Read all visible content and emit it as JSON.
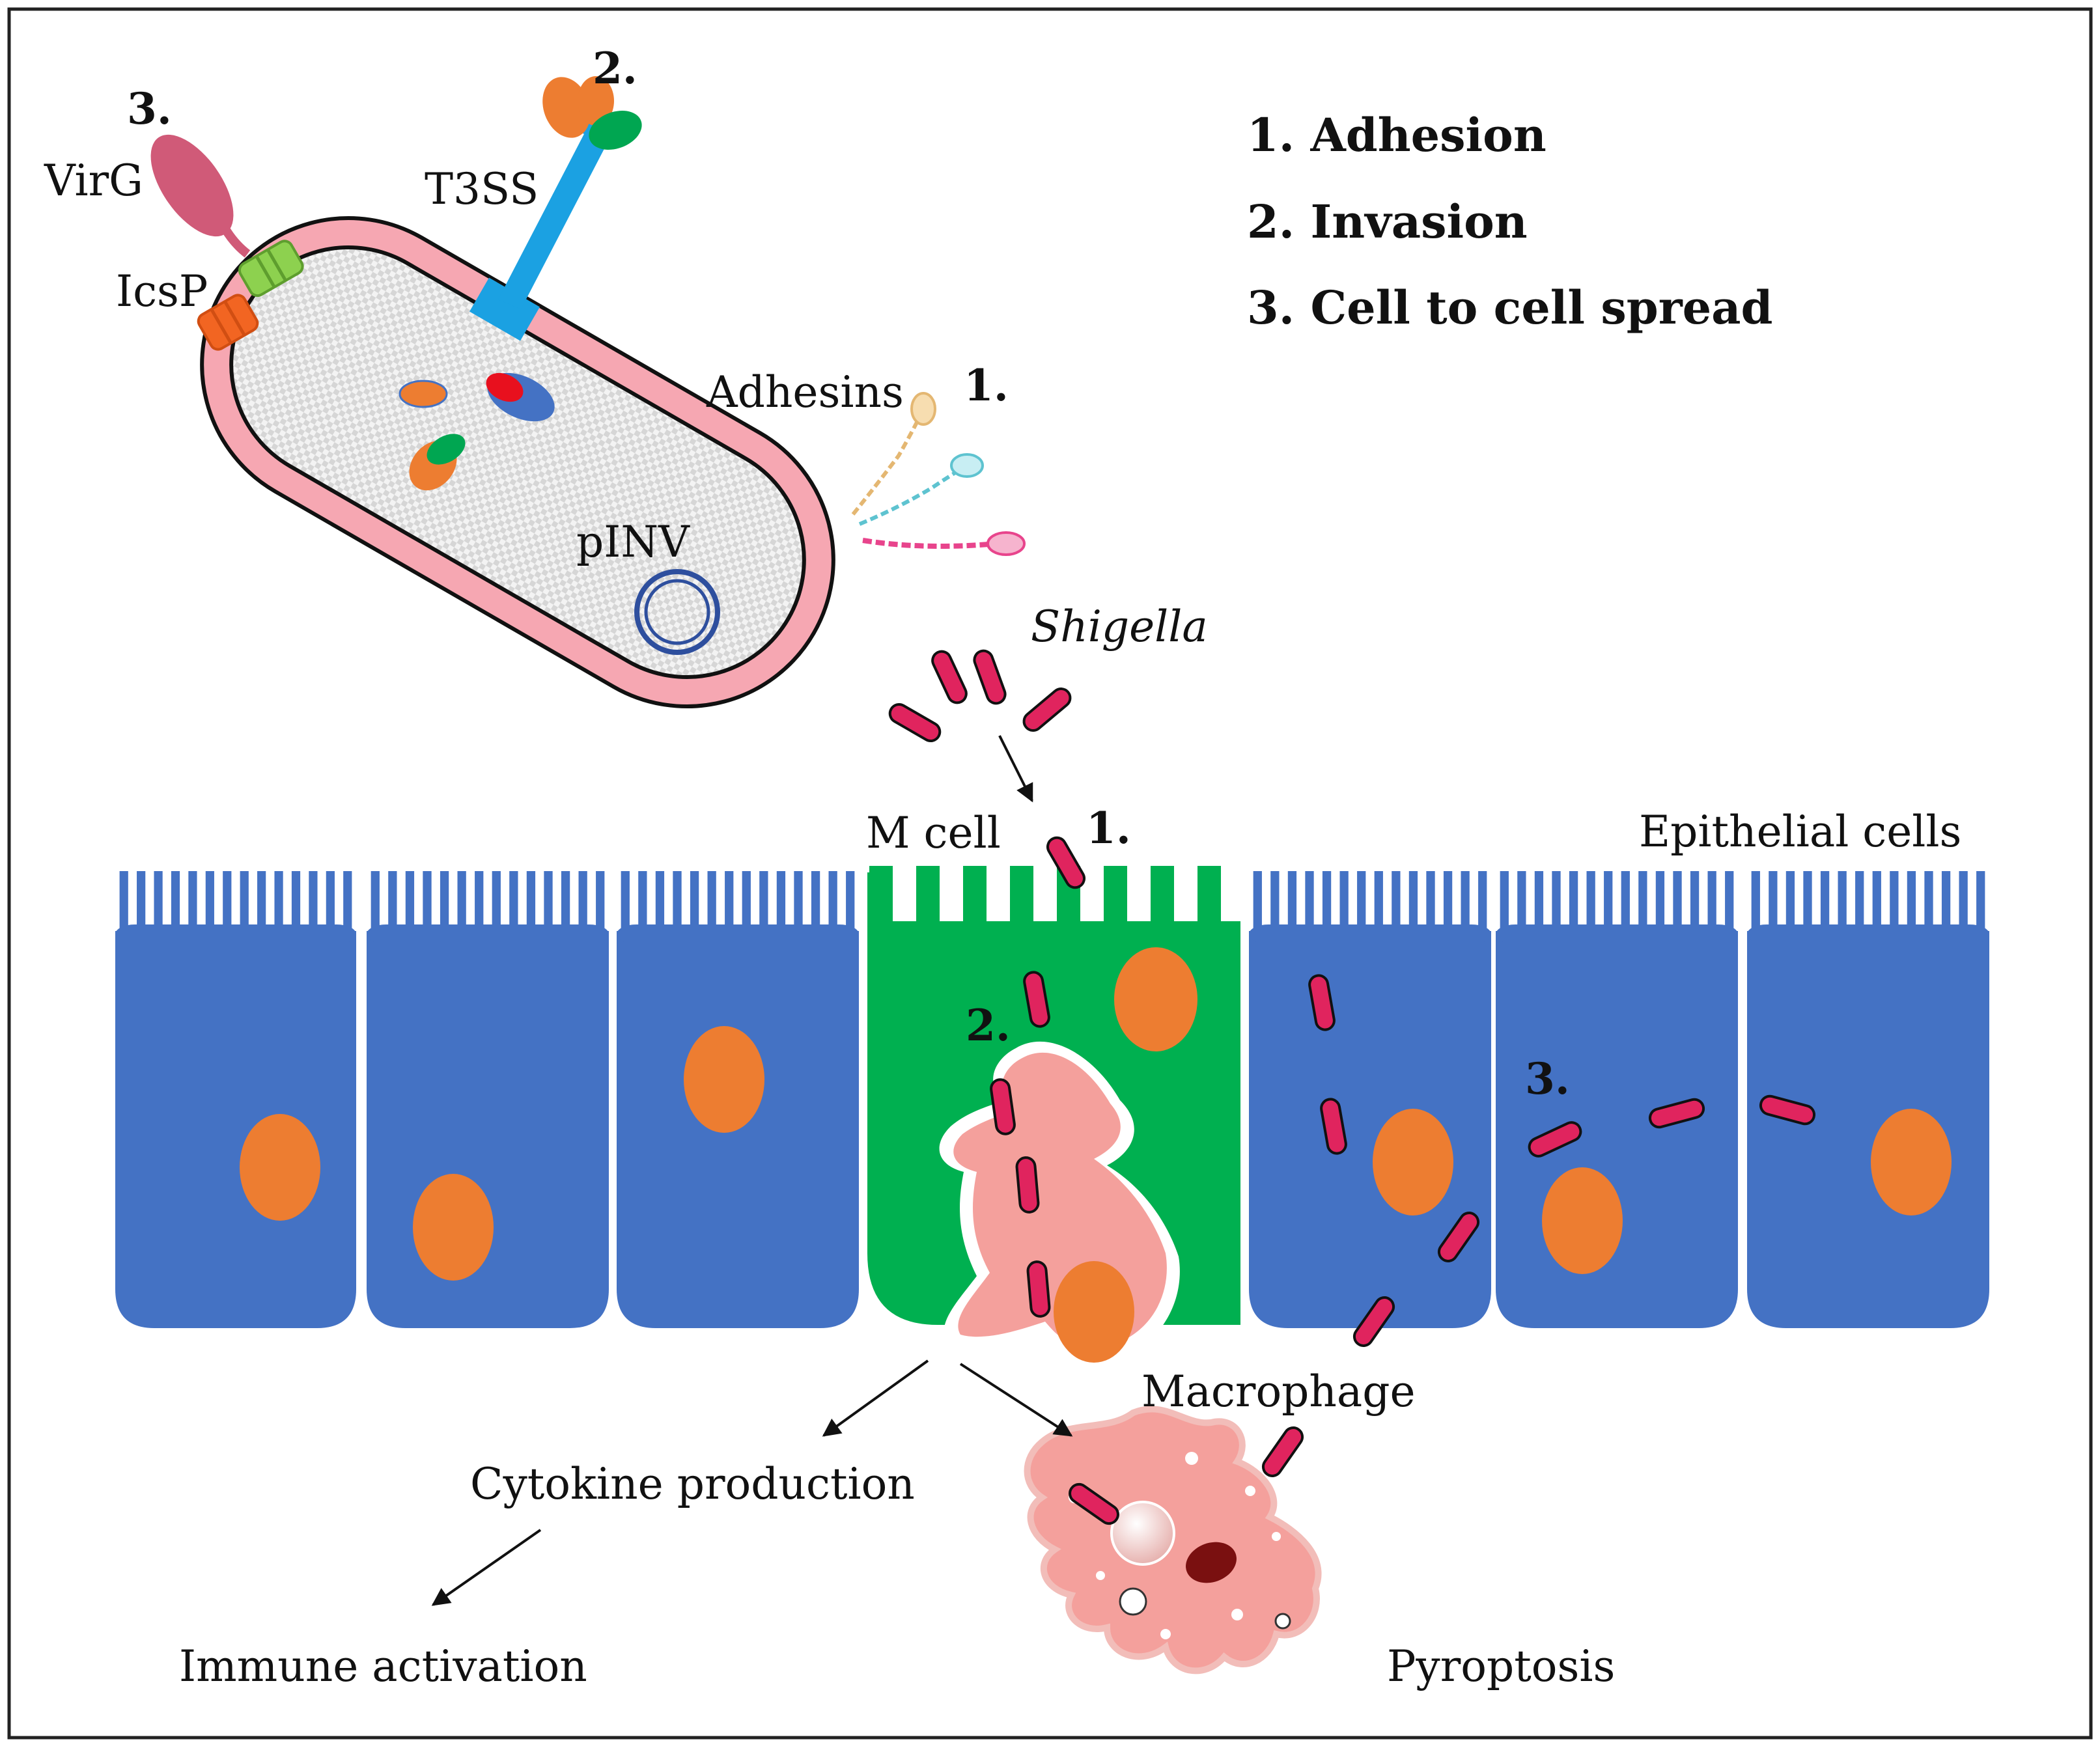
{
  "legend": {
    "item1": "1. Adhesion",
    "item2": "2. Invasion",
    "item3": "3. Cell to cell spread"
  },
  "bacterium": {
    "virg": "VirG",
    "icsp": "IcsP",
    "t3ss": "T3SS",
    "adhesins": "Adhesins",
    "pinv": "pINV",
    "num_virg": "3.",
    "num_t3ss": "2.",
    "num_adhesins": "1."
  },
  "scene": {
    "shigella": "Shigella",
    "m_cell": "M cell",
    "epithelial_cells": "Epithelial cells",
    "num_adhesion": "1.",
    "num_invasion": "2.",
    "num_spread": "3.",
    "macrophage": "Macrophage",
    "cytokine_production": "Cytokine production",
    "immune_activation": "Immune activation",
    "pyroptosis": "Pyroptosis"
  },
  "colors": {
    "epithelial": "#4472C4",
    "m_cell": "#00B050",
    "nucleus": "#ED7D31",
    "shigella_rod": "#E0245E",
    "macrophage": "#F4A09C",
    "membrane": "#F6A7B2",
    "t3ss": "#1BA1E2",
    "virg": "#D05A78",
    "icsp": "#F26522"
  }
}
